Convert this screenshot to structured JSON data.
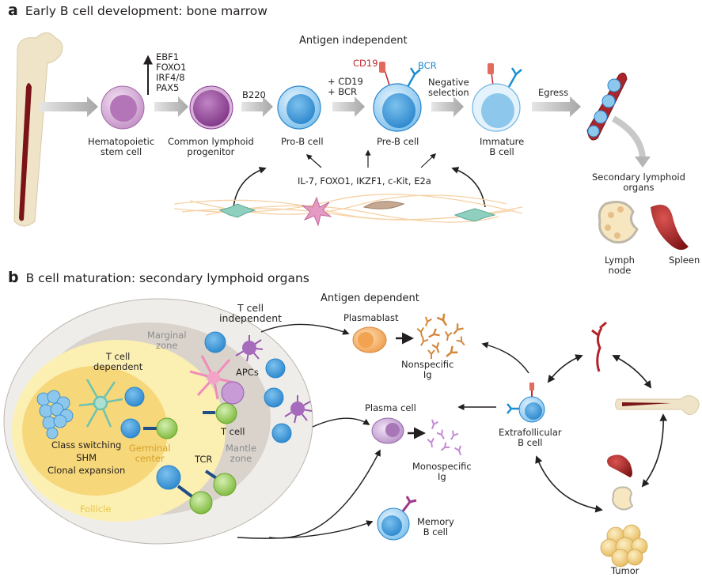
{
  "panel_a": {
    "letter": "a",
    "title": "Early B cell development: bone marrow",
    "phase_label": "Antigen independent",
    "transcription_factors": [
      "EBF1",
      "FOXO1",
      "IRF4/8",
      "PAX5"
    ],
    "marker_b220": "B220",
    "marker_add_cd19": "+ CD19",
    "marker_add_bcr": "+ BCR",
    "negative_selection": [
      "Negative",
      "selection"
    ],
    "egress": "Egress",
    "receptor_cd19": "CD19",
    "receptor_bcr": "BCR",
    "stromal_factors": "IL-7, FOXO1, IKZF1, c-Kit, E2a",
    "cells": [
      {
        "id": "hsc",
        "label": [
          "Hematopoietic",
          "stem cell"
        ],
        "color": "#c690c8"
      },
      {
        "id": "clp",
        "label": [
          "Common lymphoid",
          "progenitor"
        ],
        "color": "#9b4f9f"
      },
      {
        "id": "pro-b",
        "label": [
          "Pro-B cell"
        ],
        "color": "#3d9ad8"
      },
      {
        "id": "pre-b",
        "label": [
          "Pre-B cell"
        ],
        "color": "#3d9ad8"
      },
      {
        "id": "immature-b",
        "label": [
          "Immature",
          "B cell"
        ],
        "color": "#6fb3e3"
      }
    ],
    "secondary_organs_label": [
      "Secondary lymphoid",
      "organs"
    ],
    "lymph_node_label": [
      "Lymph",
      "node"
    ],
    "spleen_label": "Spleen"
  },
  "panel_b": {
    "letter": "b",
    "title": "B cell maturation: secondary lymphoid organs",
    "phase_label": "Antigen dependent",
    "t_cell_independent": [
      "T cell",
      "independent"
    ],
    "t_cell_dependent": [
      "T cell",
      "dependent"
    ],
    "marginal_zone": [
      "Marginal",
      "zone"
    ],
    "mantle_zone": [
      "Mantle",
      "zone"
    ],
    "germinal_center": [
      "Germinal",
      "center"
    ],
    "follicle": "Follicle",
    "gc_processes": [
      "Class switching",
      "SHM",
      "Clonal expansion"
    ],
    "apcs": "APCs",
    "t_cell": "T cell",
    "tcr": "TCR",
    "plasmablast": "Plasmablast",
    "nonspecific_ig": [
      "Nonspecific",
      "Ig"
    ],
    "plasma_cell": "Plasma cell",
    "monospecific_ig": [
      "Monospecific",
      "Ig"
    ],
    "memory_b_cell": [
      "Memory",
      "B cell"
    ],
    "extrafollicular_b_cell": [
      "Extrafollicular",
      "B cell"
    ],
    "tumor": "Tumor"
  },
  "colors": {
    "b_cell": "#3d9ad8",
    "t_cell": "#8cc63f",
    "plasmablast": "#f0a04b",
    "plasma_cell": "#b58ac4",
    "bone": "#efe4c8",
    "marrow": "#7a1418",
    "follicle": "#fbeca3",
    "germinal_center": "#f6d77a",
    "mantle": "#d9d3cc",
    "marginal": "#efedea"
  }
}
